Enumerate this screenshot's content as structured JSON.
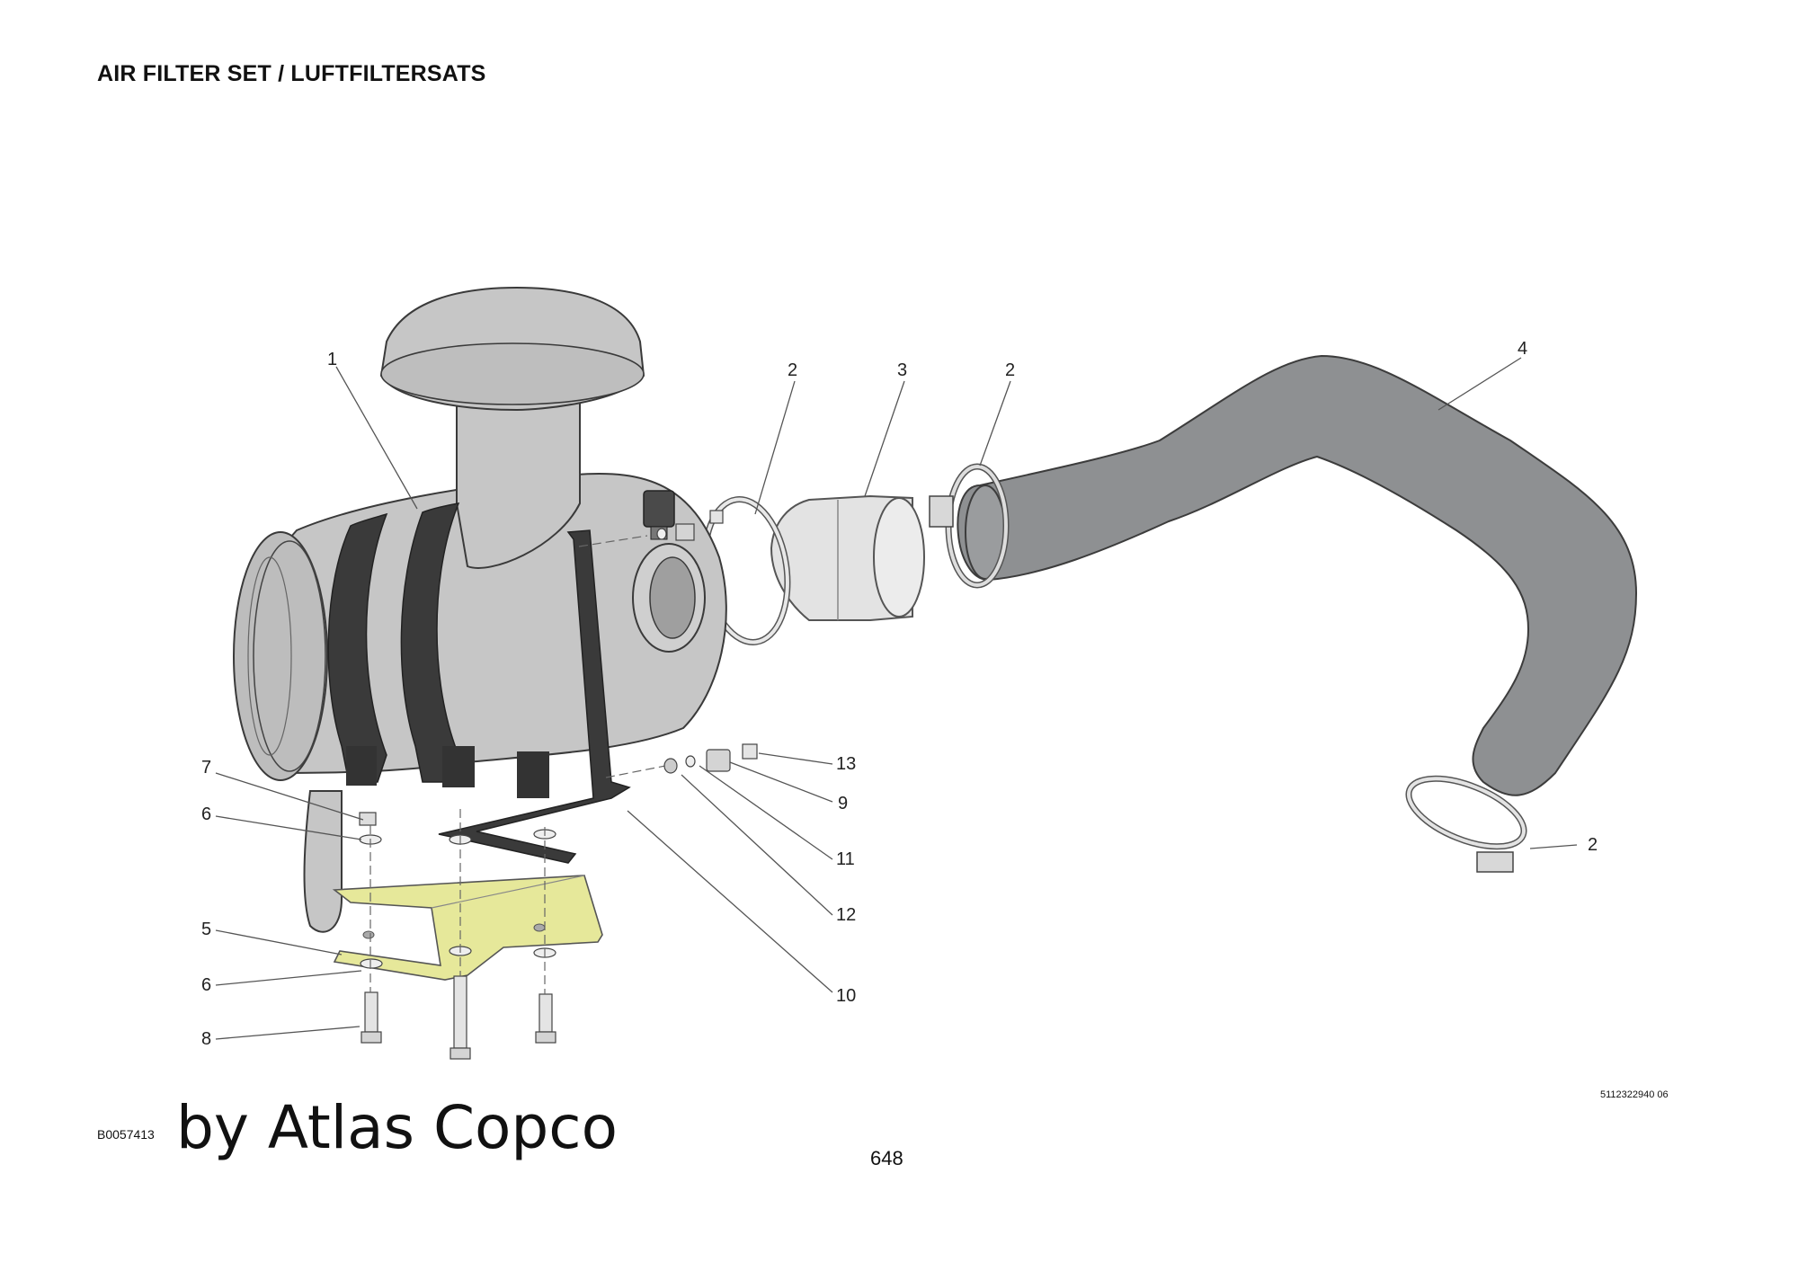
{
  "title": "AIR FILTER SET / LUFTFILTERSATS",
  "document_code": "B0057413",
  "brand": "by Atlas Copco",
  "page_number": "648",
  "drawing_reference": "5112322940 06",
  "colors": {
    "housing": "#c6c6c6",
    "strap": "#3a3a3a",
    "hose": "#8e9092",
    "bracket": "#e6e89a",
    "adapter": "#e3e3e3"
  },
  "callouts": [
    {
      "id": "c1",
      "label": "1"
    },
    {
      "id": "c2a",
      "label": "2"
    },
    {
      "id": "c3",
      "label": "3"
    },
    {
      "id": "c2b",
      "label": "2"
    },
    {
      "id": "c4",
      "label": "4"
    },
    {
      "id": "c13",
      "label": "13"
    },
    {
      "id": "c9",
      "label": "9"
    },
    {
      "id": "c11",
      "label": "11"
    },
    {
      "id": "c12",
      "label": "12"
    },
    {
      "id": "c10",
      "label": "10"
    },
    {
      "id": "c2c",
      "label": "2"
    },
    {
      "id": "c7",
      "label": "7"
    },
    {
      "id": "c6a",
      "label": "6"
    },
    {
      "id": "c5",
      "label": "5"
    },
    {
      "id": "c6b",
      "label": "6"
    },
    {
      "id": "c8",
      "label": "8"
    }
  ]
}
